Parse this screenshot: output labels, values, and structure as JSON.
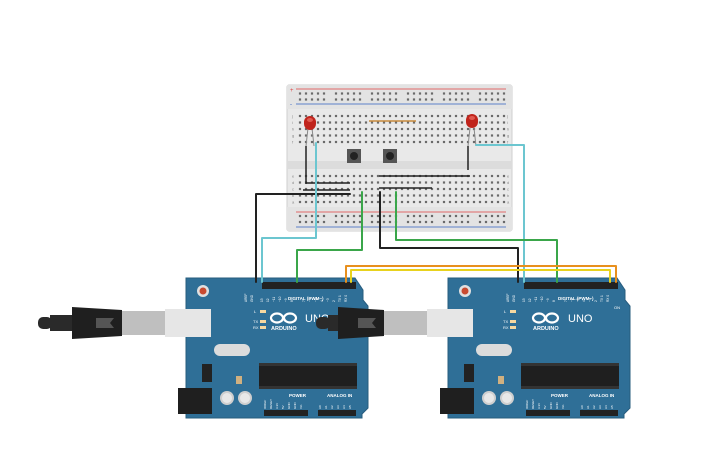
{
  "board_left": {
    "logo_text": "ARDUINO",
    "model": "UNO",
    "digital_label": "DIGITAL (PWM~)",
    "power_label": "POWER",
    "analog_label": "ANALOG IN",
    "led_labels": [
      "L",
      "TX",
      "RX"
    ],
    "on_label": "ON",
    "header_pins": [
      "AREF",
      "GND",
      "13",
      "12",
      "~11",
      "~10",
      "~9",
      "8",
      "7",
      "~6",
      "~5",
      "4",
      "~3",
      "2",
      "TX 1",
      "RX 0"
    ],
    "power_pins": [
      "IOREF",
      "RESET",
      "3.3V",
      "5V",
      "GND",
      "GND",
      "Vin"
    ],
    "analog_pins": [
      "A0",
      "A1",
      "A2",
      "A3",
      "A4",
      "A5"
    ]
  },
  "board_right": {
    "logo_text": "ARDUINO",
    "model": "UNO",
    "digital_label": "DIGITAL (PWM~)",
    "power_label": "POWER",
    "analog_label": "ANALOG IN",
    "led_labels": [
      "L",
      "TX",
      "RX"
    ],
    "on_label": "ON",
    "header_pins": [
      "AREF",
      "GND",
      "13",
      "12",
      "~11",
      "~10",
      "~9",
      "8",
      "7",
      "~6",
      "~5",
      "4",
      "~3",
      "2",
      "TX 1",
      "RX 0"
    ],
    "power_pins": [
      "IOREF",
      "RESET",
      "3.3V",
      "5V",
      "GND",
      "GND",
      "Vin"
    ],
    "analog_pins": [
      "A0",
      "A1",
      "A2",
      "A3",
      "A4",
      "A5"
    ]
  },
  "breadboard": {
    "row_letters_top": [
      "j",
      "i",
      "h",
      "g",
      "f"
    ],
    "row_letters_bottom": [
      "e",
      "d",
      "c",
      "b",
      "a"
    ],
    "rail_signs": [
      "+",
      "-"
    ]
  },
  "colors": {
    "board_blue": "#2f6f97",
    "wire_black": "#222222",
    "wire_cyan": "#6cc6d0",
    "wire_green": "#3aa64a",
    "wire_orange": "#e8901e",
    "wire_yellow": "#e8d21e",
    "led_red": "#c0241c",
    "rail_red": "#e04040",
    "rail_blue": "#3060c0"
  }
}
